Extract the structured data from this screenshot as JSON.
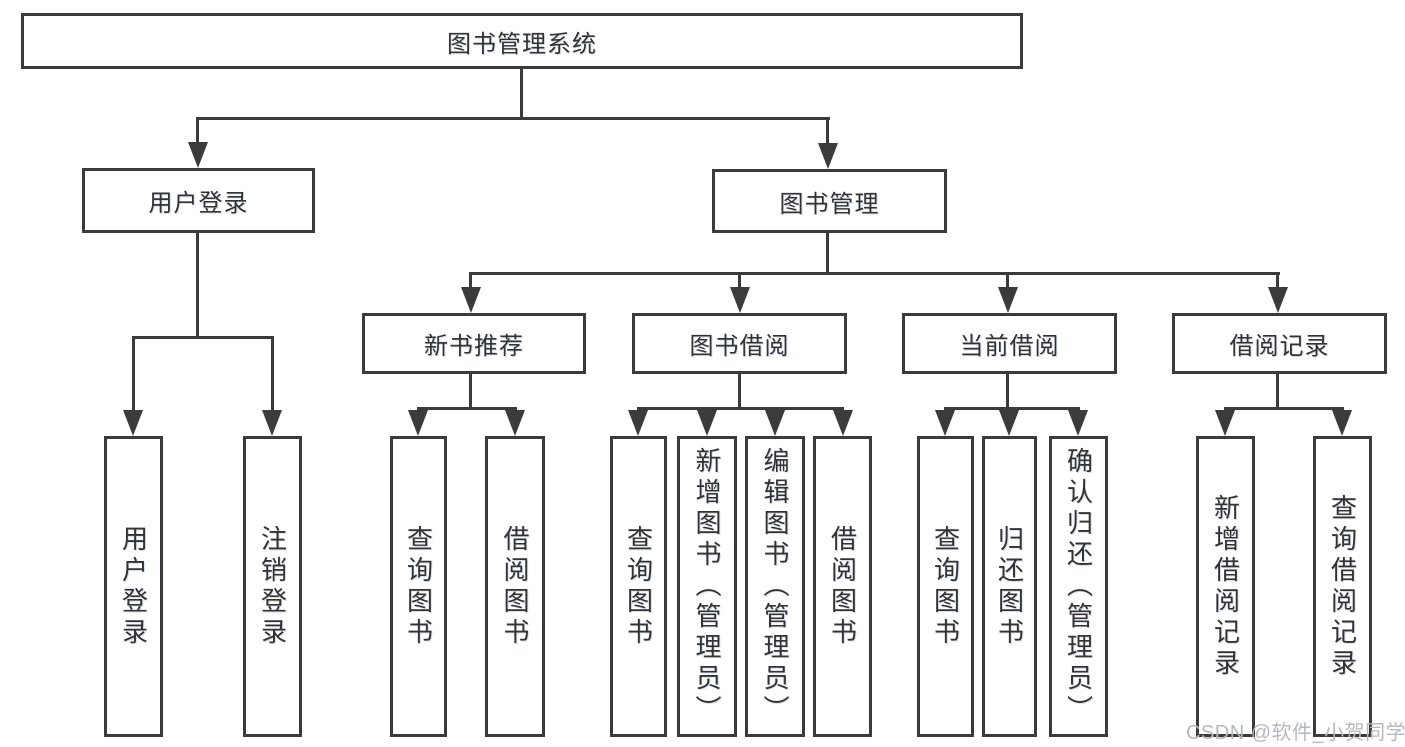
{
  "diagram": {
    "root": {
      "label": "图书管理系统"
    },
    "level2": [
      {
        "label": "用户登录"
      },
      {
        "label": "图书管理"
      }
    ],
    "level3": [
      {
        "label": "新书推荐"
      },
      {
        "label": "图书借阅"
      },
      {
        "label": "当前借阅"
      },
      {
        "label": "借阅记录"
      }
    ],
    "leaves": [
      {
        "label": "用户登录"
      },
      {
        "label": "注销登录"
      },
      {
        "label": "查询图书"
      },
      {
        "label": "借阅图书"
      },
      {
        "label": "查询图书"
      },
      {
        "label": "新增图书（管理员）"
      },
      {
        "label": "编辑图书（管理员）"
      },
      {
        "label": "借阅图书"
      },
      {
        "label": "查询图书"
      },
      {
        "label": "归还图书"
      },
      {
        "label": "确认归还（管理员）"
      },
      {
        "label": "新增借阅记录"
      },
      {
        "label": "查询借阅记录"
      }
    ]
  },
  "watermark": {
    "text": "CSDN @软件_小贺同学"
  },
  "colors": {
    "line": "#3b3b3b",
    "text": "#333333",
    "background": "#ffffff",
    "watermark": "#b3b9be"
  }
}
